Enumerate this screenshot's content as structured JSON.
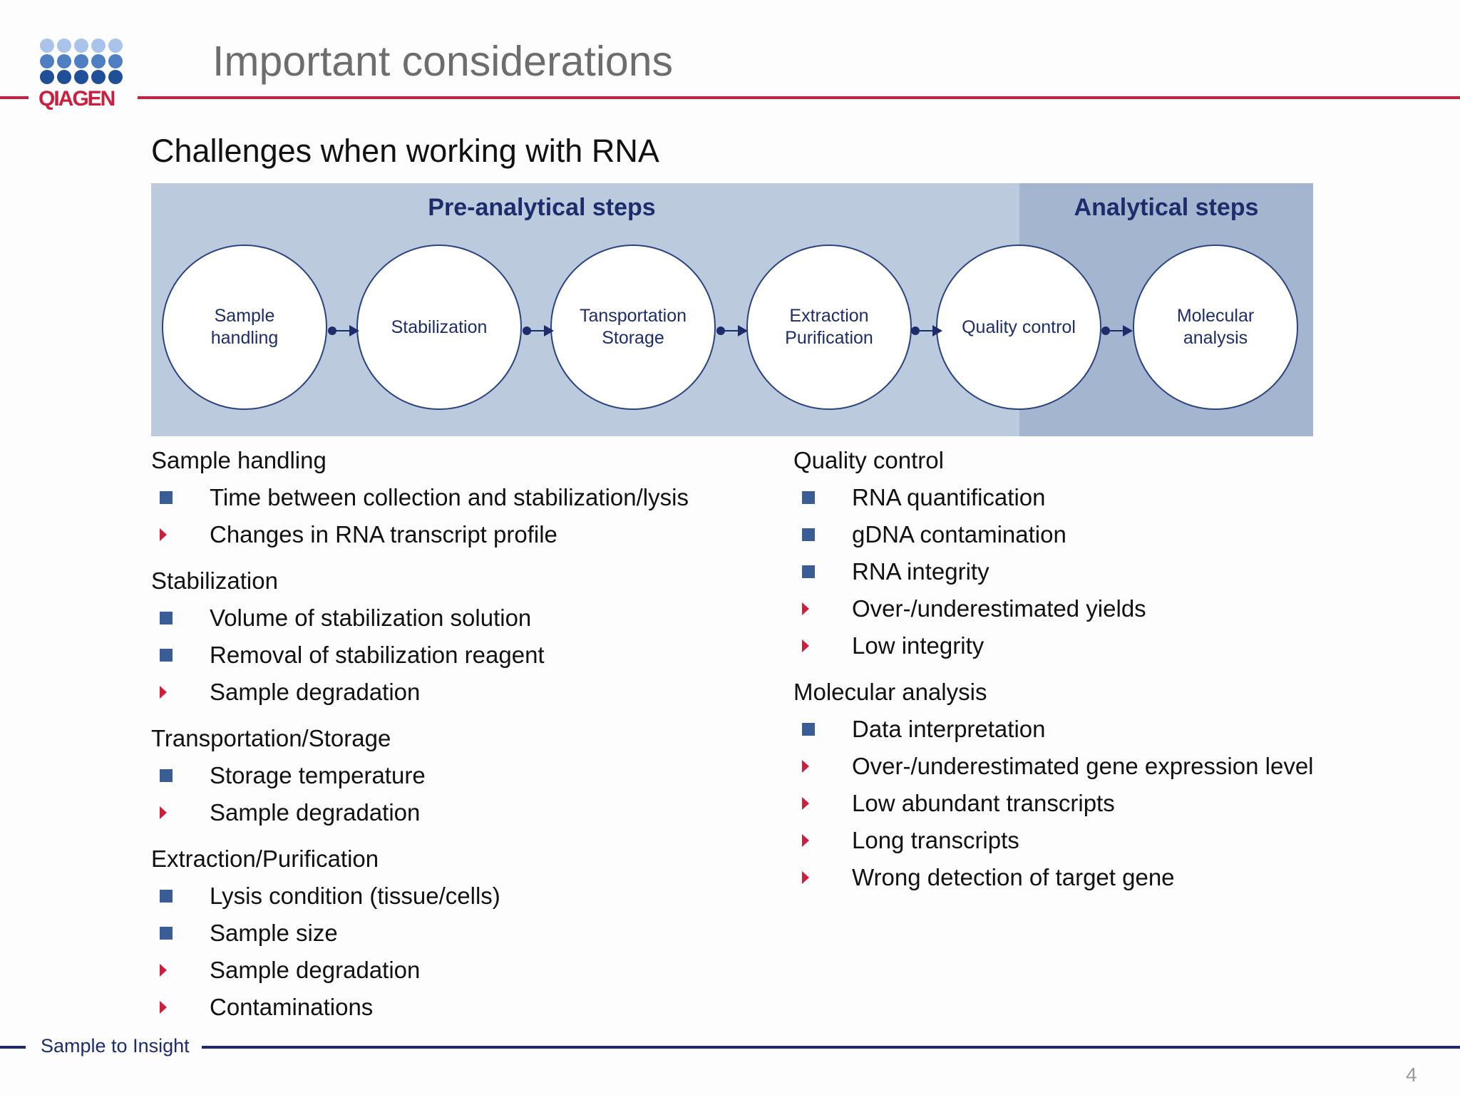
{
  "logo": {
    "wordmark": "QIAGEN",
    "brand_color": "#cc1f3f",
    "dot_colors": [
      "#a9c4e8",
      "#4f7fc2",
      "#1f4f98"
    ]
  },
  "title": "Important considerations",
  "subtitle": "Challenges when working with RNA",
  "workflow": {
    "pre_label": "Pre-analytical steps",
    "analytical_label": "Analytical steps",
    "steps": [
      {
        "label": "Sample\nhandling"
      },
      {
        "label": "Stabilization"
      },
      {
        "label": "Tansportation\nStorage"
      },
      {
        "label": "Extraction\nPurification"
      },
      {
        "label": "Quality control"
      },
      {
        "label": "Molecular\nanalysis"
      }
    ]
  },
  "left_sections": [
    {
      "heading": "Sample handling",
      "items": [
        {
          "text": "Time between collection and stabilization/lysis",
          "marker": "square"
        },
        {
          "text": "Changes in RNA transcript profile",
          "marker": "arrow"
        }
      ]
    },
    {
      "heading": "Stabilization",
      "items": [
        {
          "text": "Volume of stabilization solution",
          "marker": "square"
        },
        {
          "text": "Removal of stabilization reagent",
          "marker": "square"
        },
        {
          "text": "Sample degradation",
          "marker": "arrow"
        }
      ]
    },
    {
      "heading": "Transportation/Storage",
      "items": [
        {
          "text": "Storage temperature",
          "marker": "square"
        },
        {
          "text": "Sample degradation",
          "marker": "arrow"
        }
      ]
    },
    {
      "heading": "Extraction/Purification",
      "items": [
        {
          "text": "Lysis condition (tissue/cells)",
          "marker": "square"
        },
        {
          "text": "Sample size",
          "marker": "square"
        },
        {
          "text": "Sample degradation",
          "marker": "arrow"
        },
        {
          "text": "Contaminations",
          "marker": "arrow"
        }
      ]
    }
  ],
  "right_sections": [
    {
      "heading": "Quality control",
      "items": [
        {
          "text": "RNA quantification",
          "marker": "square"
        },
        {
          "text": "gDNA contamination",
          "marker": "square"
        },
        {
          "text": "RNA integrity",
          "marker": "square"
        },
        {
          "text": "Over-/underestimated yields",
          "marker": "arrow"
        },
        {
          "text": "Low integrity",
          "marker": "arrow"
        }
      ]
    },
    {
      "heading": "Molecular analysis",
      "items": [
        {
          "text": "Data interpretation",
          "marker": "square"
        },
        {
          "text": "Over-/underestimated gene expression level",
          "marker": "arrow"
        },
        {
          "text": "Low abundant transcripts",
          "marker": "arrow"
        },
        {
          "text": "Long transcripts",
          "marker": "arrow"
        },
        {
          "text": "Wrong detection of target gene",
          "marker": "arrow"
        }
      ]
    }
  ],
  "footer": {
    "tagline": "Sample to Insight",
    "page_number": "4"
  }
}
